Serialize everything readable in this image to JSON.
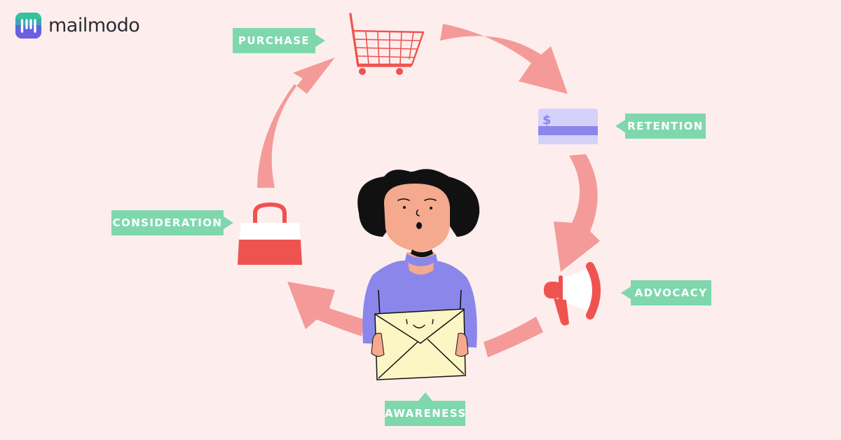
{
  "brand": {
    "name": "mailmodo",
    "logo_icon": "mailmodo-logo-icon"
  },
  "stages": {
    "purchase": "PURCHASE",
    "retention": "RETENTION",
    "advocacy": "ADVOCACY",
    "awareness": "AWARENESS",
    "consideration": "CONSIDERATION"
  },
  "icons": {
    "purchase": "shopping-cart-icon",
    "retention": "credit-card-icon",
    "advocacy": "megaphone-icon",
    "awareness": "envelope-icon",
    "consideration": "shopping-bag-icon"
  },
  "card_symbol": "$",
  "colors": {
    "background": "#fdeeed",
    "arrow": "#f49a98",
    "label": "#7fd8ac",
    "accent_red": "#ef5350",
    "card": "#d4d2fb",
    "sweater": "#8b87ea",
    "envelope": "#fcf6c4"
  }
}
